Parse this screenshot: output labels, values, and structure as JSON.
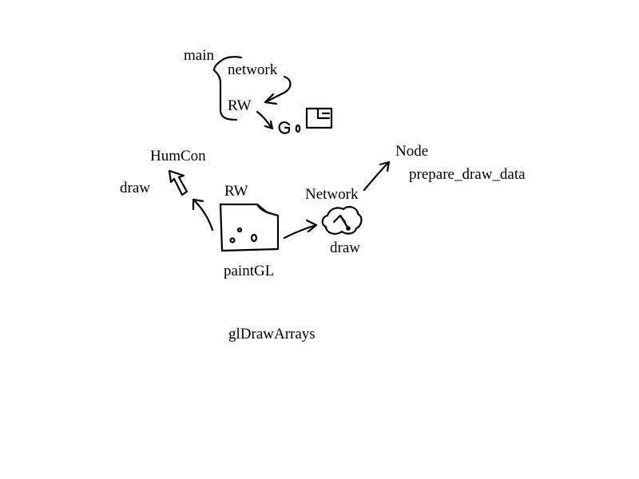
{
  "labels": {
    "main": "main",
    "network_top": "network",
    "rw_top": "RW",
    "humcon": "HumCon",
    "draw_left": "draw",
    "rw_mid": "RW",
    "network_mid": "Network",
    "node": "Node",
    "prepare_draw_data": "prepare_draw_data",
    "draw_right": "draw",
    "paintgl": "paintGL",
    "gldrawarrays": "glDrawArrays"
  },
  "colors": {
    "ink": "#000000",
    "background": "#ffffff"
  }
}
